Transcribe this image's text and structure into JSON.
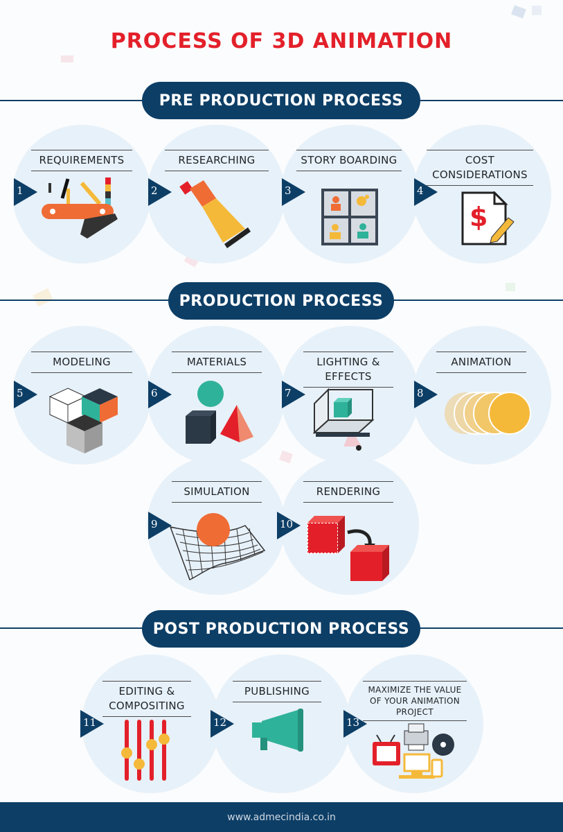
{
  "title": "PROCESS OF 3D ANIMATION",
  "sections": {
    "pre": "PRE PRODUCTION PROCESS",
    "production": "PRODUCTION PROCESS",
    "post": "POST PRODUCTION PROCESS"
  },
  "steps": [
    {
      "num": "1",
      "label": "REQUIREMENTS",
      "icon": "tools-icon"
    },
    {
      "num": "2",
      "label": "RESEARCHING",
      "icon": "tube-icon"
    },
    {
      "num": "3",
      "label": "STORY BOARDING",
      "icon": "storyboard-icon"
    },
    {
      "num": "4",
      "label_line1": "COST",
      "label_line2": "CONSIDERATIONS",
      "icon": "cost-document-icon"
    },
    {
      "num": "5",
      "label": "MODELING",
      "icon": "cubes-icon"
    },
    {
      "num": "6",
      "label": "MATERIALS",
      "icon": "shapes-icon"
    },
    {
      "num": "7",
      "label_line1": "LIGHTING &",
      "label_line2": "EFFECTS",
      "icon": "light-box-icon"
    },
    {
      "num": "8",
      "label": "ANIMATION",
      "icon": "animation-circles-icon"
    },
    {
      "num": "9",
      "label": "SIMULATION",
      "icon": "mesh-ball-icon"
    },
    {
      "num": "10",
      "label": "RENDERING",
      "icon": "render-cubes-icon"
    },
    {
      "num": "11",
      "label_line1": "EDITING &",
      "label_line2": "COMPOSITING",
      "icon": "sliders-icon"
    },
    {
      "num": "12",
      "label": "PUBLISHING",
      "icon": "megaphone-icon"
    },
    {
      "num": "13",
      "label_line1": "MAXIMIZE THE VALUE",
      "label_line2": "OF YOUR ANIMATION",
      "label_line3": "PROJECT",
      "icon": "devices-icon"
    }
  ],
  "footer": "www.admecindia.co.in",
  "colors": {
    "red": "#e3202a",
    "navy": "#0d3e66",
    "circle": "#e7f1f9"
  }
}
